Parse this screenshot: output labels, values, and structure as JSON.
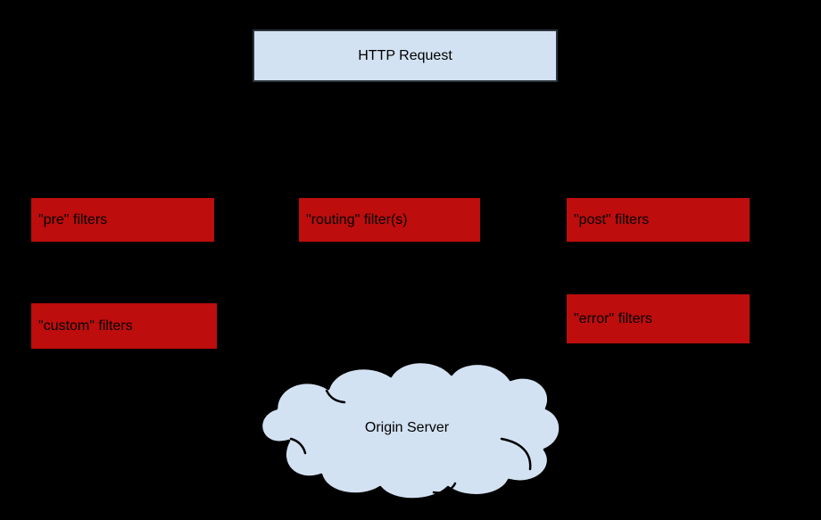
{
  "diagram": {
    "title": "HTTP request filter flow",
    "background_color": "#000000",
    "colors": {
      "node_blue_fill": "#d3e2f2",
      "node_red_fill": "#bd0d0d",
      "outline": "#000000",
      "text": "#000000"
    },
    "nodes": {
      "http_request": {
        "label": "HTTP Request",
        "shape": "rectangle",
        "fill": "#d3e2f2"
      },
      "pre_filters": {
        "label": "\"pre\" filters",
        "shape": "rectangle",
        "fill": "#bd0d0d"
      },
      "routing_filters": {
        "label": "\"routing\" filter(s)",
        "shape": "rectangle",
        "fill": "#bd0d0d"
      },
      "post_filters": {
        "label": "\"post\" filters",
        "shape": "rectangle",
        "fill": "#bd0d0d"
      },
      "custom_filters": {
        "label": "\"custom\" filters",
        "shape": "rectangle",
        "fill": "#bd0d0d"
      },
      "error_filters": {
        "label": "\"error\" filters",
        "shape": "rectangle",
        "fill": "#bd0d0d"
      },
      "origin_server": {
        "label": "Origin Server",
        "shape": "cloud",
        "fill": "#d3e2f2"
      }
    }
  }
}
